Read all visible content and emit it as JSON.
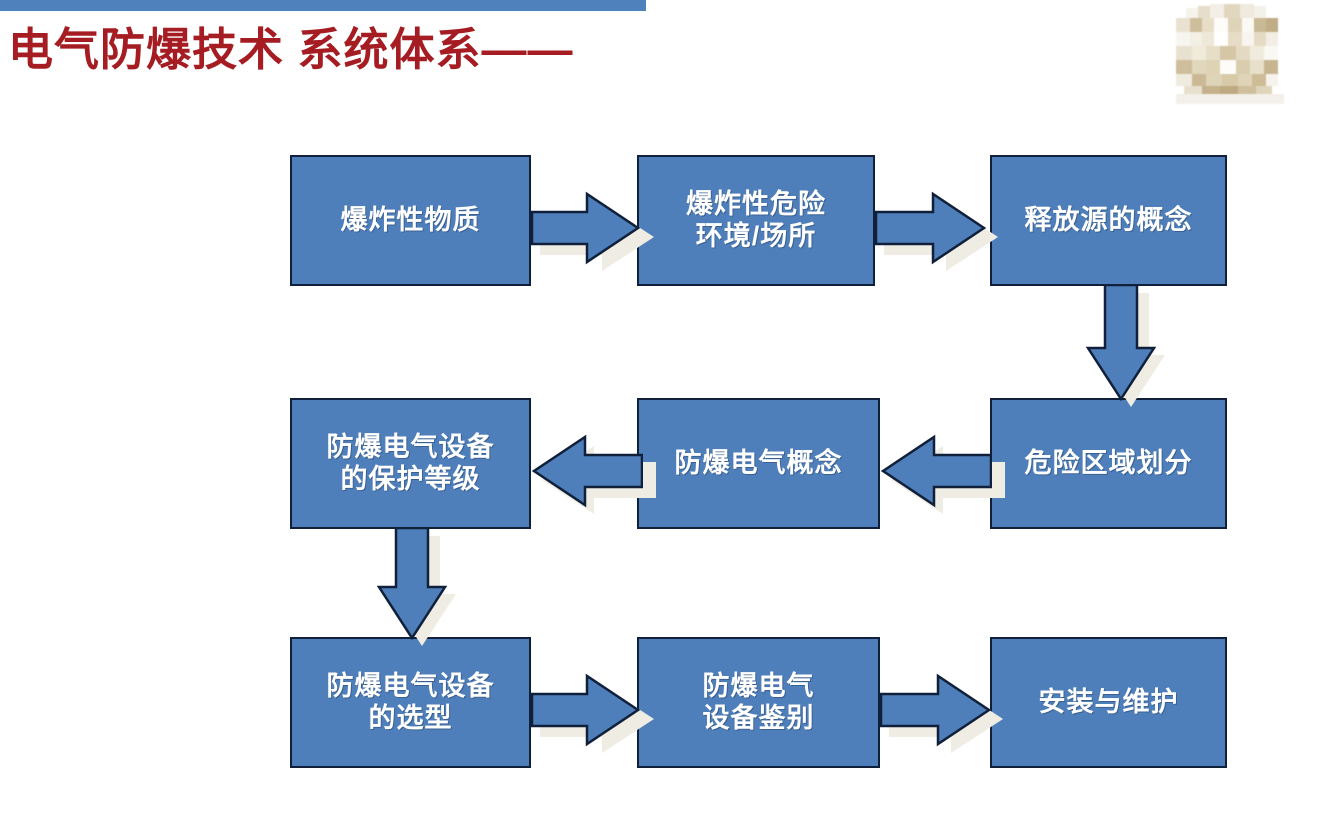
{
  "header": {
    "title": "电气防爆技术 系统体系——",
    "title_color": "#a51c22",
    "rule_color": "#4f81bd",
    "logo_name": "blurred-institution-logo"
  },
  "theme": {
    "node_fill": "#4f7fba",
    "node_border": "#10203a",
    "node_text": "#ffffff",
    "arrow_fill": "#4f7fba",
    "arrow_border": "#10203a",
    "shadow": "#efece3",
    "background": "#ffffff"
  },
  "diagram": {
    "type": "flowchart",
    "title": "电气防爆技术 系统体系",
    "nodes": [
      {
        "id": "n1",
        "label": "爆炸性物质",
        "row": 1,
        "col": 1
      },
      {
        "id": "n2",
        "label": "爆炸性危险\n环境/场所",
        "row": 1,
        "col": 2
      },
      {
        "id": "n3",
        "label": "释放源的概念",
        "row": 1,
        "col": 3
      },
      {
        "id": "n4",
        "label": "防爆电气设备\n的保护等级",
        "row": 2,
        "col": 1
      },
      {
        "id": "n5",
        "label": "防爆电气概念",
        "row": 2,
        "col": 2
      },
      {
        "id": "n6",
        "label": "危险区域划分",
        "row": 2,
        "col": 3
      },
      {
        "id": "n7",
        "label": "防爆电气设备\n的选型",
        "row": 3,
        "col": 1
      },
      {
        "id": "n8",
        "label": "防爆电气\n设备鉴别",
        "row": 3,
        "col": 2
      },
      {
        "id": "n9",
        "label": "安装与维护",
        "row": 3,
        "col": 3
      }
    ],
    "edges": [
      {
        "from": "n1",
        "to": "n2",
        "direction": "right"
      },
      {
        "from": "n2",
        "to": "n3",
        "direction": "right"
      },
      {
        "from": "n3",
        "to": "n6",
        "direction": "down"
      },
      {
        "from": "n6",
        "to": "n5",
        "direction": "left"
      },
      {
        "from": "n5",
        "to": "n4",
        "direction": "left"
      },
      {
        "from": "n4",
        "to": "n7",
        "direction": "down"
      },
      {
        "from": "n7",
        "to": "n8",
        "direction": "right"
      },
      {
        "from": "n8",
        "to": "n9",
        "direction": "right"
      }
    ]
  }
}
